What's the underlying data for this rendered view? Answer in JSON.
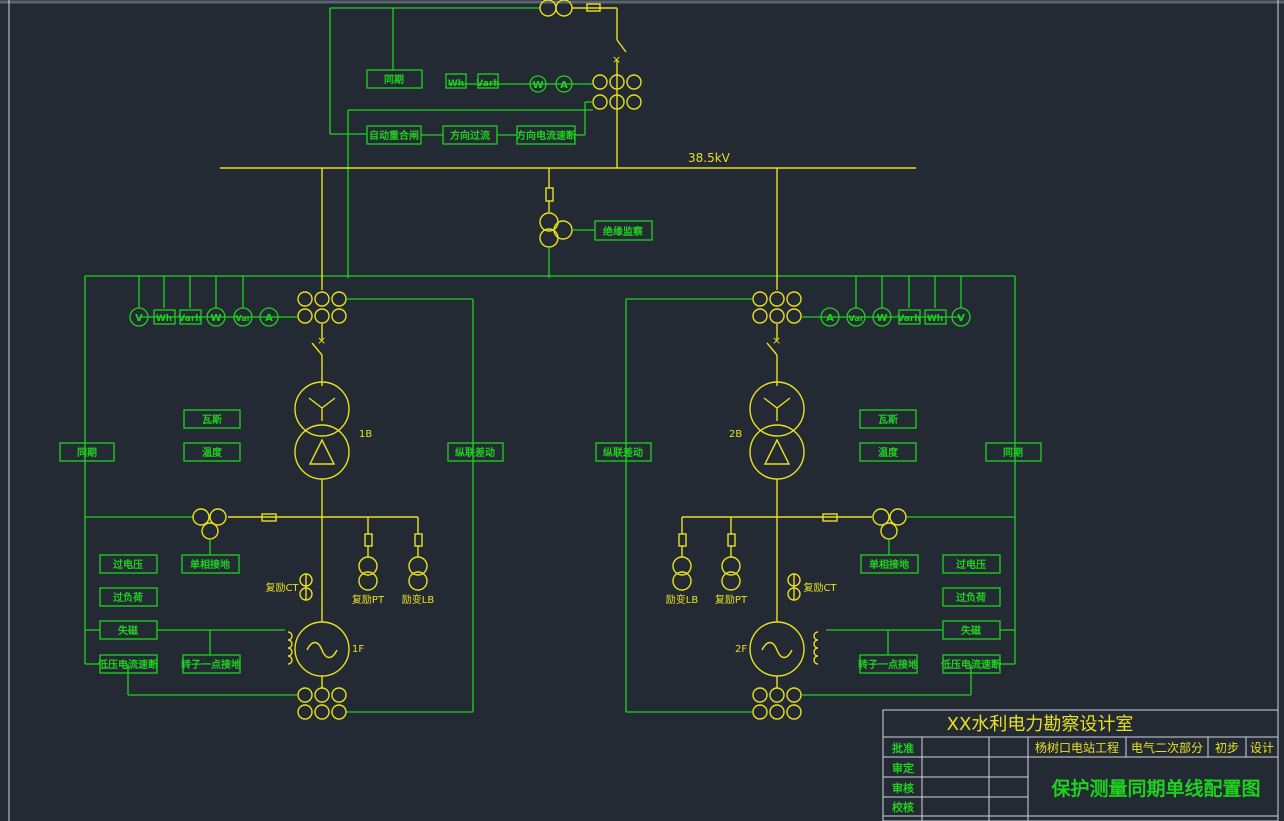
{
  "bus": {
    "voltage": "38.5kV"
  },
  "top_feeder": {
    "sync": "同期",
    "meters": [
      "Wh",
      "Varh",
      "W",
      "A"
    ],
    "auto_reclose": "自动重合闸",
    "directional_oc": "方向过流",
    "directional_ic": "方向电流速断"
  },
  "insulation_monitor": "绝缘监察",
  "left_unit": {
    "meters": [
      "V",
      "Wh",
      "Varh",
      "W",
      "Var",
      "A"
    ],
    "transformer": "1B",
    "generator": "1F",
    "gas": "瓦斯",
    "temp": "温度",
    "sync": "同期",
    "diff": "纵联差动",
    "overvoltage": "过电压",
    "overload": "过负荷",
    "excitation_loss": "失磁",
    "undervoltage_oc": "低压电流速断",
    "rotor_ground": "转子一点接地",
    "single_phase_ground": "单相接地",
    "compound_ct": "复励CT",
    "compound_pt": "复励PT",
    "excitation_lb": "励变LB"
  },
  "right_unit": {
    "meters": [
      "A",
      "Var",
      "W",
      "Varh",
      "Wh",
      "V"
    ],
    "transformer": "2B",
    "generator": "2F",
    "gas": "瓦斯",
    "temp": "温度",
    "sync": "同期",
    "diff": "纵联差动",
    "overvoltage": "过电压",
    "overload": "过负荷",
    "excitation_loss": "失磁",
    "undervoltage_oc": "低压电流速断",
    "rotor_ground": "转子一点接地",
    "single_phase_ground": "单相接地",
    "compound_ct": "复励CT",
    "compound_pt": "复励PT",
    "excitation_lb": "励变LB"
  },
  "title_block": {
    "company": "XX水利电力勘察设计室",
    "project": "杨树口电站工程",
    "section": "电气二次部分",
    "stage": "初步",
    "design": "设计",
    "drawing_title": "保护测量同期单线配置图",
    "roles": [
      "批准",
      "审定",
      "审核",
      "校核"
    ]
  },
  "colors": {
    "bus": "#e8e020",
    "wiring": "#1fd01f",
    "background": "#232a33"
  }
}
